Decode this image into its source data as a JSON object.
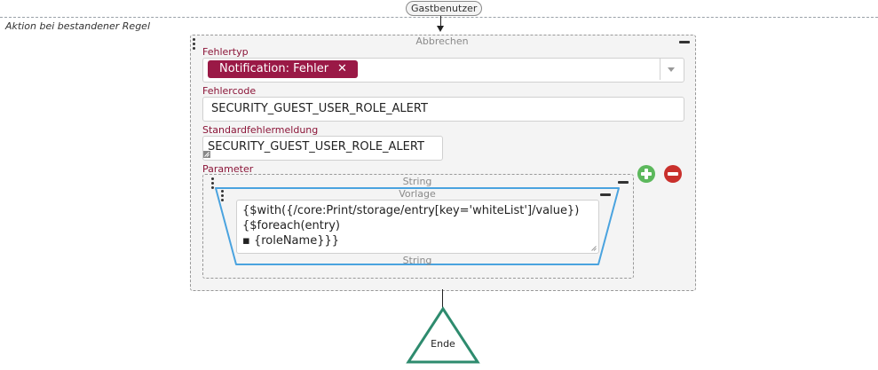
{
  "flow": {
    "top_node_label": "Gastbenutzer",
    "section_label": "Aktion bei bestandener Regel"
  },
  "action_block": {
    "title": "Abbrechen",
    "fields": {
      "error_type": {
        "label": "Fehlertyp",
        "chip": "Notification: Fehler",
        "chip_remove": "✕"
      },
      "error_code": {
        "label": "Fehlercode",
        "value": "SECURITY_GUEST_USER_ROLE_ALERT"
      },
      "default_message": {
        "label": "Standardfehlermeldung",
        "value": "SECURITY_GUEST_USER_ROLE_ALERT"
      },
      "parameter": {
        "label": "Parameter"
      }
    },
    "parameter_block": {
      "title": "String",
      "template": {
        "title": "Vorlage",
        "lines": [
          "{$with({/core:Print/storage/entry[key='whiteList']/value})",
          "{$foreach(entry)",
          "▪ {roleName}}}"
        ],
        "footer": "String"
      }
    }
  },
  "end_node": {
    "label": "Ende"
  },
  "colors": {
    "accent": "#8b1538",
    "chip": "#9a1946",
    "add": "#5cb85c",
    "remove": "#c9302c",
    "template_border": "#4aa3df",
    "end_triangle": "#2e8b6e"
  }
}
